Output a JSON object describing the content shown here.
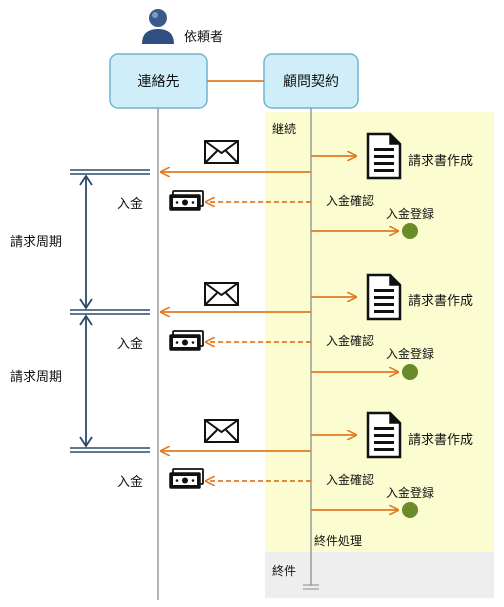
{
  "actors": {
    "requester": "依頼者",
    "contact": "連絡先",
    "contract": "顧問契約"
  },
  "phase_labels": {
    "continue": "継続",
    "end": "終件",
    "closing": "終件処理"
  },
  "cycles": [
    {
      "invoice_label": "請求書作成",
      "payment_label": "入金",
      "confirm_label": "入金確認",
      "register_label": "入金登録",
      "period_label": "請求周期"
    },
    {
      "invoice_label": "請求書作成",
      "payment_label": "入金",
      "confirm_label": "入金確認",
      "register_label": "入金登録",
      "period_label": "請求周期"
    },
    {
      "invoice_label": "請求書作成",
      "payment_label": "入金",
      "confirm_label": "入金確認",
      "register_label": "入金登録"
    }
  ],
  "icons": {
    "requester": "person-icon",
    "mail": "envelope-icon",
    "document": "document-icon",
    "money": "banknote-icon",
    "registered": "dot-icon"
  },
  "colors": {
    "box_fill": "#cfeefa",
    "box_stroke": "#6fb4cf",
    "arrow": "#e37a24",
    "continue_bg": "#fcfcd1",
    "end_bg": "#eeeeee",
    "bracket": "#2b4a6b",
    "dot": "#6b8a2a",
    "lifeline": "#9a9a9a"
  }
}
